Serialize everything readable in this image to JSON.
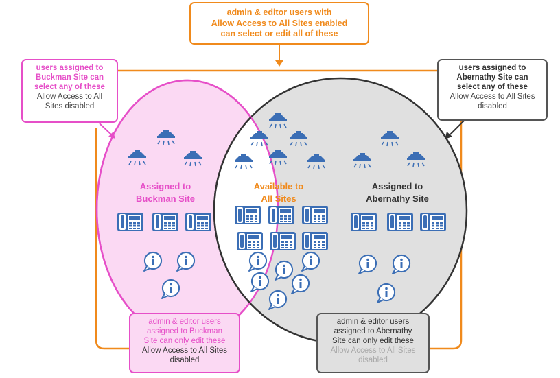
{
  "top_callout": {
    "line1": "admin & editor users with",
    "line2": "Allow Access to All Sites enabled",
    "line3": "can select or edit all of these"
  },
  "left_callout": {
    "bold1": "users assigned to",
    "bold2": "Buckman Site can",
    "bold3": "select any of these",
    "sub1": "Allow Access to All",
    "sub2": "Sites disabled"
  },
  "right_callout": {
    "bold1": "users assigned to",
    "bold2": "Abernathy Site can",
    "bold3": "select any of these",
    "sub1": "Allow Access to All Sites",
    "sub2": "disabled"
  },
  "bottom_left_callout": {
    "main1": "admin & editor users",
    "main2": "assigned to Buckman",
    "main3": "Site can only edit these",
    "sub1": "Allow Access to All Sites",
    "sub2": "disabled"
  },
  "bottom_right_callout": {
    "main1": "admin & editor users",
    "main2": "assigned to Abernathy",
    "main3": "Site can only edit these",
    "sub1": "Allow Access to All Sites",
    "sub2": "disabled"
  },
  "regions": {
    "buckman": {
      "line1": "Assigned to",
      "line2": "Buckman Site"
    },
    "all": {
      "line1": "Available to",
      "line2": "All Sites"
    },
    "abernathy": {
      "line1": "Assigned to",
      "line2": "Abernathy Site"
    }
  },
  "icons": {
    "speaker": "ceiling-speaker-icon",
    "phone": "desk-phone-icon",
    "info": "info-bubble-icon"
  },
  "colors": {
    "orange": "#f08a1c",
    "pink": "#e64fc8",
    "pink_fill": "#fbd9f3",
    "gray": "#555555",
    "gray_fill": "#e0e0e0",
    "icon_blue": "#3b6eb5"
  }
}
